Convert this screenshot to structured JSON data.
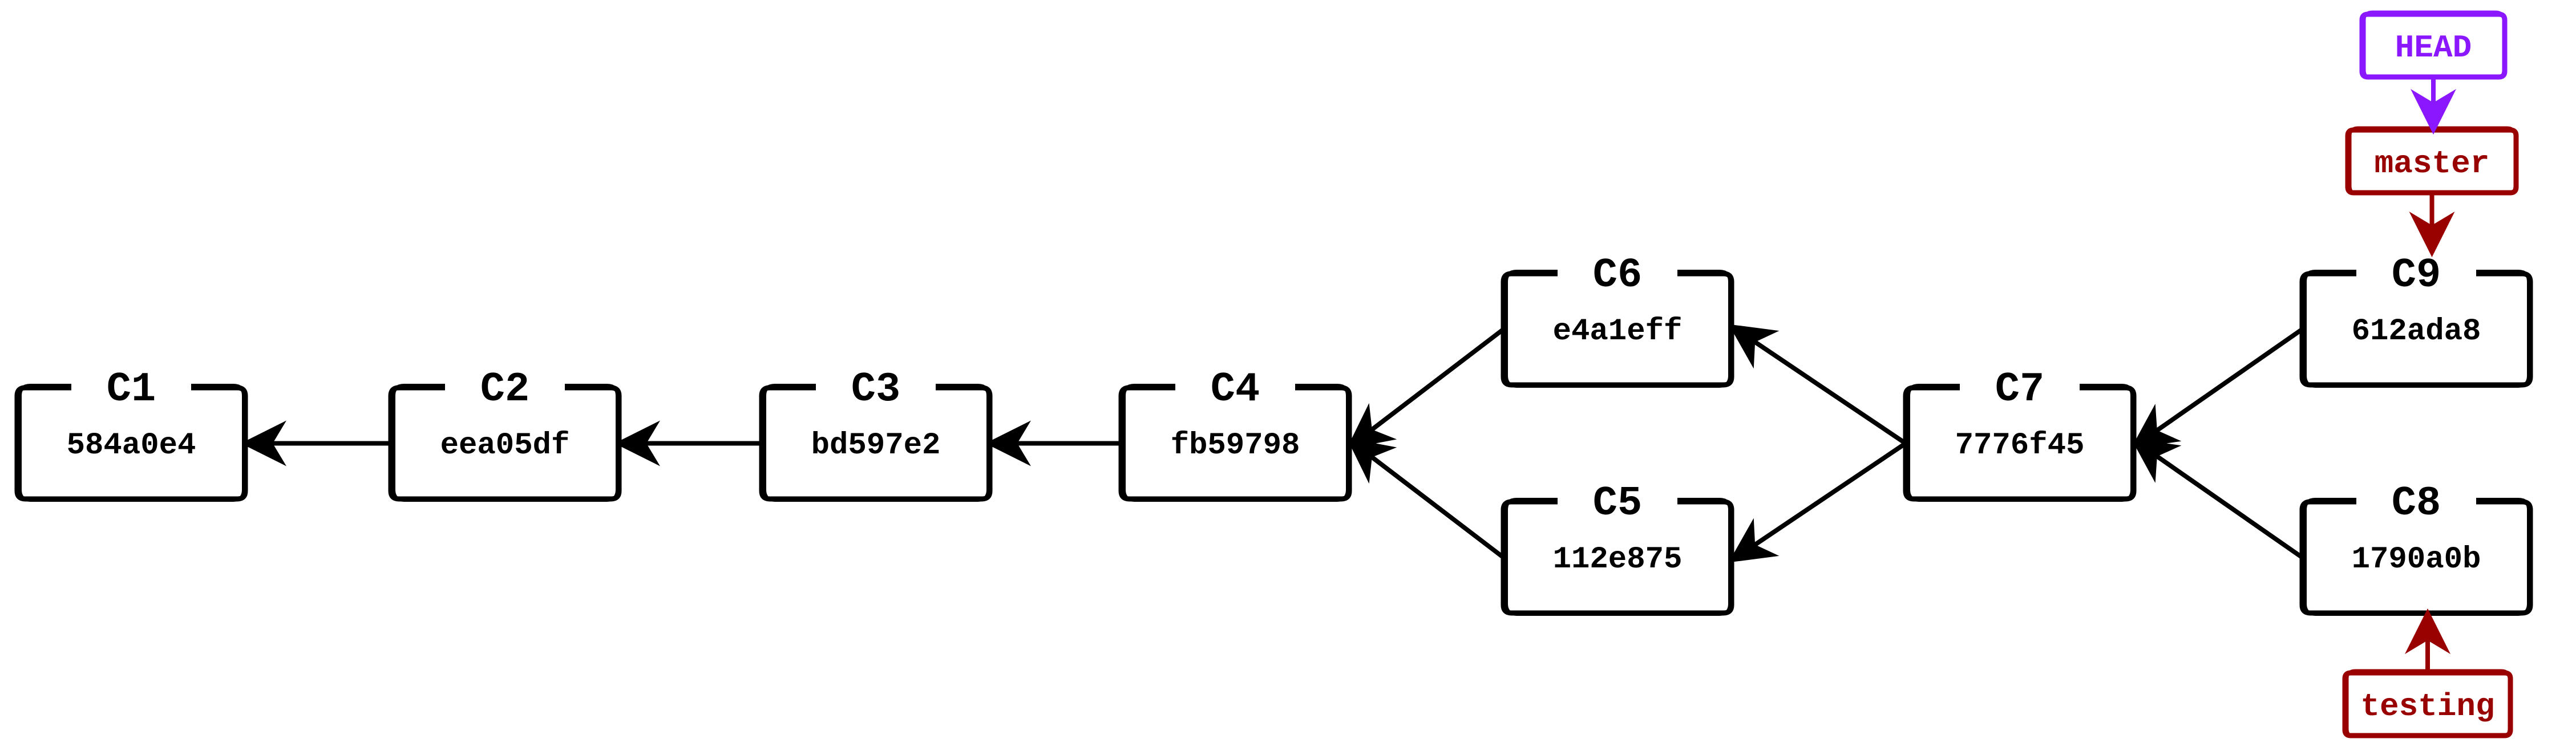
{
  "colors": {
    "commit": "#000000",
    "head": "#8b17ff",
    "branch": "#990000"
  },
  "commits": [
    {
      "id": "c1",
      "label": "C1",
      "hash": "584a0e4"
    },
    {
      "id": "c2",
      "label": "C2",
      "hash": "eea05df"
    },
    {
      "id": "c3",
      "label": "C3",
      "hash": "bd597e2"
    },
    {
      "id": "c4",
      "label": "C4",
      "hash": "fb59798"
    },
    {
      "id": "c5",
      "label": "C5",
      "hash": "112e875"
    },
    {
      "id": "c6",
      "label": "C6",
      "hash": "e4a1eff"
    },
    {
      "id": "c7",
      "label": "C7",
      "hash": "7776f45"
    },
    {
      "id": "c8",
      "label": "C8",
      "hash": "1790a0b"
    },
    {
      "id": "c9",
      "label": "C9",
      "hash": "612ada8"
    }
  ],
  "parents": [
    {
      "from": "c2",
      "to": "c1"
    },
    {
      "from": "c3",
      "to": "c2"
    },
    {
      "from": "c4",
      "to": "c3"
    },
    {
      "from": "c6",
      "to": "c4"
    },
    {
      "from": "c5",
      "to": "c4"
    },
    {
      "from": "c7",
      "to": "c6"
    },
    {
      "from": "c7",
      "to": "c5"
    },
    {
      "from": "c9",
      "to": "c7"
    },
    {
      "from": "c8",
      "to": "c7"
    }
  ],
  "refs": {
    "head": {
      "label": "HEAD",
      "points_to": "master"
    },
    "master": {
      "label": "master",
      "points_to": "c9"
    },
    "testing": {
      "label": "testing",
      "points_to": "c8"
    }
  }
}
